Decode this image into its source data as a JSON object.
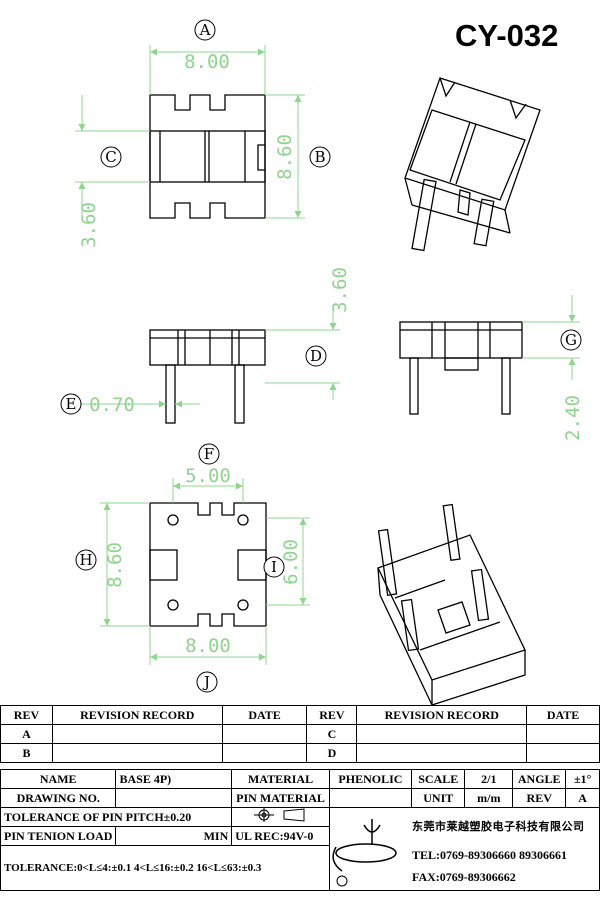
{
  "title": "CY-032",
  "dimensions": {
    "top_width": "8.00",
    "top_height": "8.60",
    "top_depth": "3.60",
    "side_height": "3.60",
    "pin_width": "0.70",
    "end_pin_length": "2.40",
    "pin_pitch_top": "5.00",
    "bottom_height": "8.60",
    "bottom_inner": "6.00",
    "bottom_width": "8.00"
  },
  "callouts": [
    "A",
    "B",
    "C",
    "D",
    "E",
    "F",
    "G",
    "H",
    "I",
    "J"
  ],
  "revision_table": {
    "headers": [
      "REV",
      "REVISION RECORD",
      "DATE",
      "REV",
      "REVISION RECORD",
      "DATE"
    ],
    "rows": [
      [
        "A",
        "",
        "",
        "C",
        "",
        ""
      ],
      [
        "B",
        "",
        "",
        "D",
        "",
        ""
      ]
    ]
  },
  "title_block": {
    "name_label": "NAME",
    "name_value": "BASE 4P)",
    "material_label": "MATERIAL",
    "material_value": "PHENOLIC",
    "scale_label": "SCALE",
    "scale_value": "2/1",
    "angle_label": "ANGLE",
    "angle_value": "±1°",
    "drawing_no_label": "DRAWING NO.",
    "pin_material_label": "PIN MATERIAL",
    "unit_label": "UNIT",
    "unit_value": "m/m",
    "rev_label": "REV",
    "rev_value": "A",
    "tolerance_pitch": "TOLERANCE OF PIN PITCH±0.20",
    "pin_tension_label": "PIN TENION LOAD",
    "pin_tension_value": "MIN",
    "ul_rec": "UL REC:94V-0",
    "tolerance_line": "TOLERANCE:0<L≤4:±0.1  4<L≤16:±0.2  16<L≤63:±0.3",
    "company": "东莞市莱越塑胶电子科技有限公司",
    "tel": "TEL:0769-89306660 89306661",
    "fax": "FAX:0769-89306662"
  }
}
